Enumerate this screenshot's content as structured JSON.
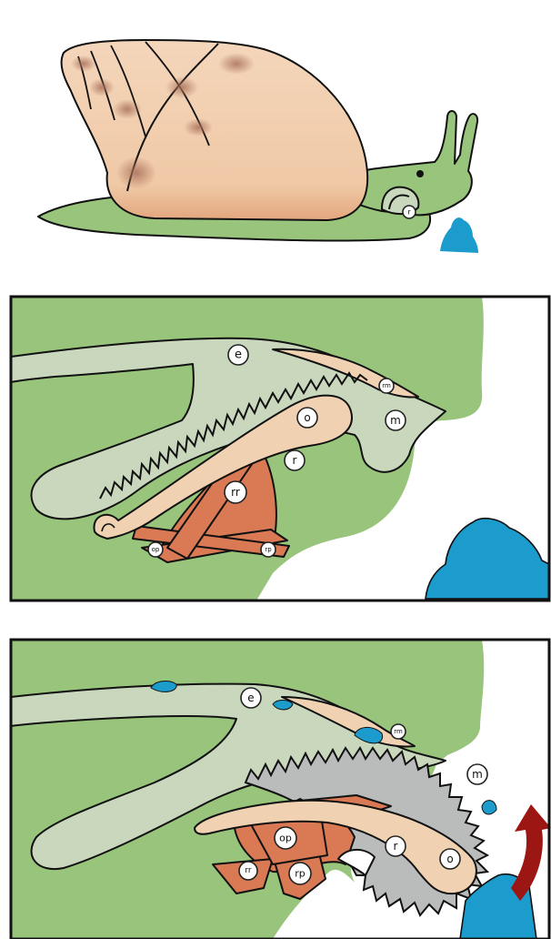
{
  "panels": [
    {
      "id": "snail-overview",
      "labels": {
        "r": "r"
      }
    },
    {
      "id": "radula-retracted",
      "labels": {
        "e": "e",
        "rm": "rm",
        "m": "m",
        "o": "o",
        "r": "r",
        "rr": "rr",
        "op": "op",
        "rp": "rp"
      }
    },
    {
      "id": "radula-protracted",
      "labels": {
        "e": "e",
        "rm": "rm",
        "m": "m",
        "op": "op",
        "r": "r",
        "o": "o",
        "rr": "rr",
        "rp": "rp"
      }
    }
  ],
  "colors": {
    "body": "#98c47b",
    "shell": "#f2ccaa",
    "shell_spots": "#b57c63",
    "esophagus": "#c9d8bd",
    "odontophore": "#f0d2b2",
    "muscle": "#d97a55",
    "radula_gray": "#b9bcba",
    "food": "#1c9ccc",
    "arrow": "#9c1713"
  },
  "icons": [
    "snail-illustration",
    "food-blob",
    "rotation-arrow"
  ]
}
